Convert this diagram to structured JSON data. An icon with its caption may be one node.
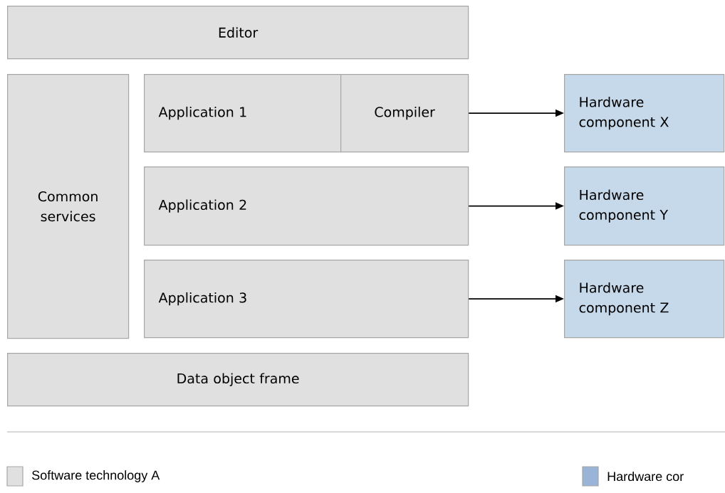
{
  "diagram": {
    "nodes": [
      {
        "text": [
          "Editor"
        ]
      },
      {
        "text": [
          "Common services"
        ]
      },
      {
        "text": [
          "Application 1"
        ]
      },
      {
        "text": [
          "Compiler"
        ]
      },
      {
        "text": [
          "Hardware component X"
        ]
      },
      {
        "text": [
          "Application 2"
        ]
      },
      {
        "text": [
          "Hardware component Y"
        ]
      },
      {
        "text": [
          "Application 3"
        ]
      },
      {
        "text": [
          "Hardware component Z"
        ]
      },
      {
        "text": [
          "Data object frame"
        ]
      }
    ],
    "edges": [
      {
        "from": 3,
        "to": 4,
        "arrow": "to"
      },
      {
        "from": 5,
        "to": 6,
        "arrow": "to"
      },
      {
        "from": 7,
        "to": 8,
        "arrow": "to"
      }
    ],
    "legend": [
      {
        "text": "Software technology A",
        "color": "#e0e0e0"
      },
      {
        "text": "Hardware cor",
        "color": "#99b4d6"
      }
    ]
  }
}
